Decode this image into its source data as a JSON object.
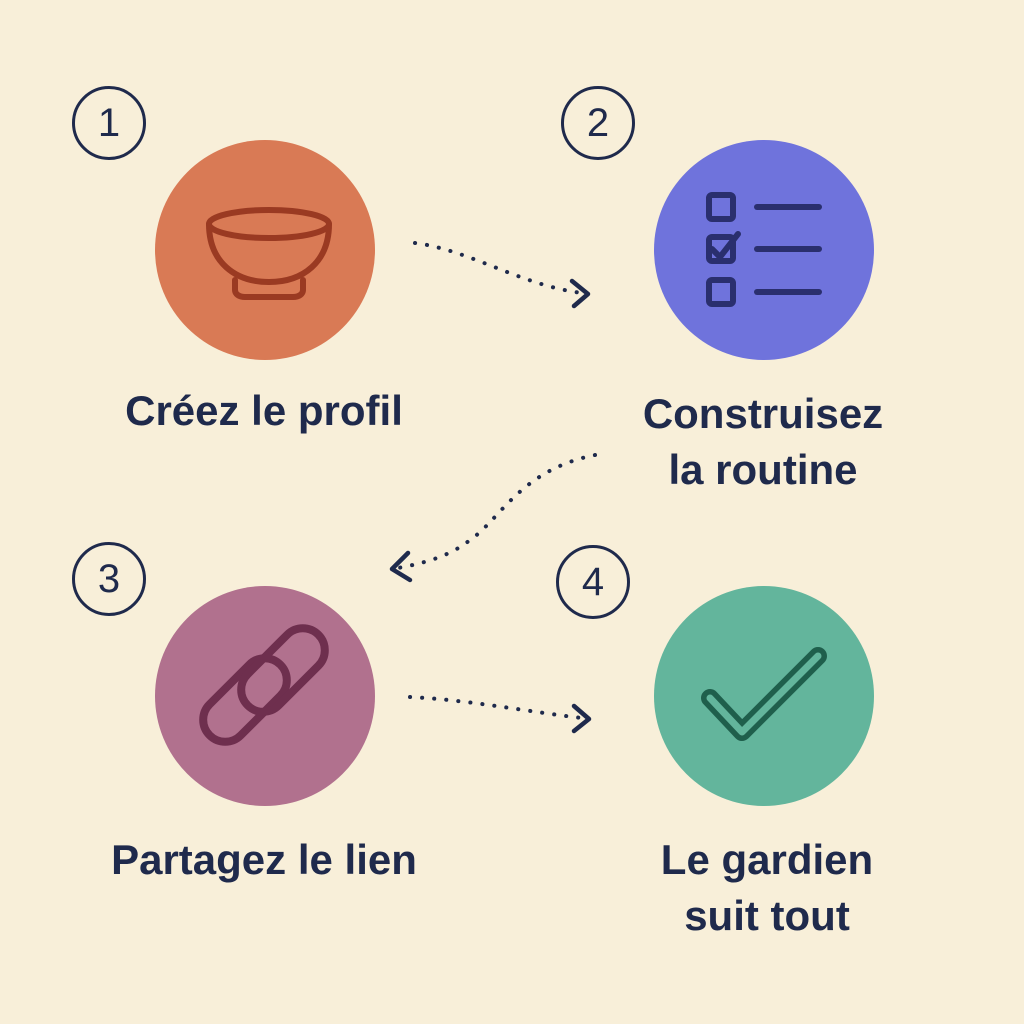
{
  "colors": {
    "background": "#f8efd9",
    "ink": "#1f2a4c",
    "step1": "#d97a55",
    "step1_icon": "#9a3a22",
    "step2": "#6f73dc",
    "step2_icon": "#2a2f6e",
    "step3": "#b1718e",
    "step3_icon": "#6e2f4e",
    "step4": "#63b59c",
    "step4_icon": "#1f5f4c"
  },
  "steps": [
    {
      "number": "1",
      "icon": "bowl-icon",
      "label_lines": [
        "Créez le profil"
      ]
    },
    {
      "number": "2",
      "icon": "checklist-icon",
      "label_lines": [
        "Construisez",
        "la routine"
      ]
    },
    {
      "number": "3",
      "icon": "link-icon",
      "label_lines": [
        "Partagez le lien"
      ]
    },
    {
      "number": "4",
      "icon": "checkmark-icon",
      "label_lines": [
        "Le gardien",
        "suit tout"
      ]
    }
  ]
}
